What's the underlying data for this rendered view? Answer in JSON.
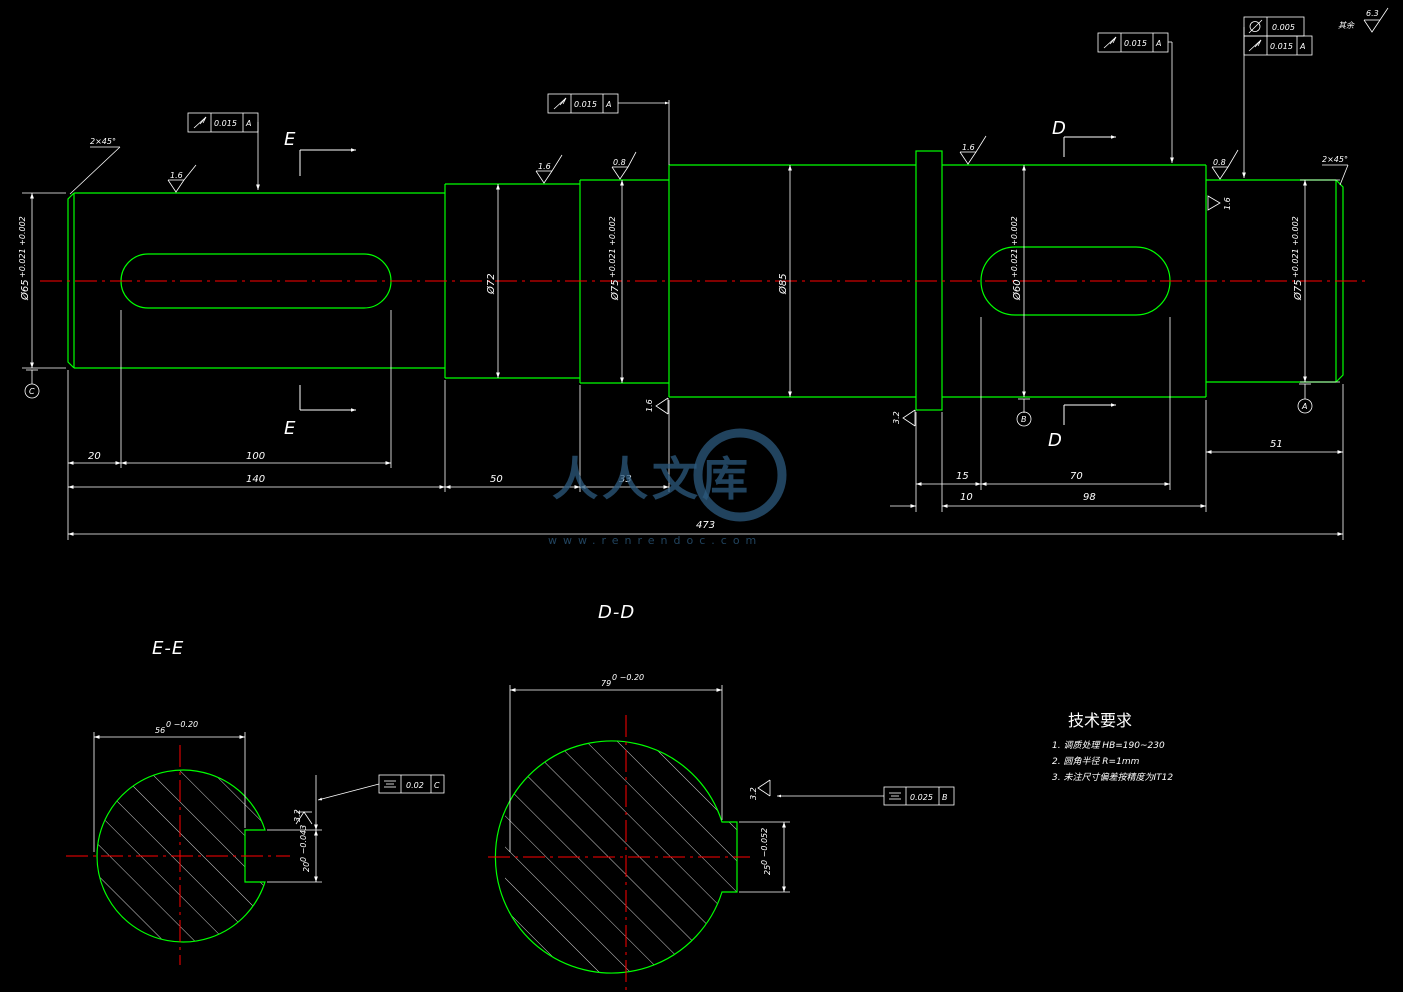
{
  "colors": {
    "background": "#000000",
    "outline": "#00ff00",
    "dimension": "#ffffff",
    "centerline": "#ff0000",
    "watermark": "#2c5a7e"
  },
  "chamfers": {
    "left": "2×45°",
    "right": "2×45°"
  },
  "diameters": {
    "d65": "Ø65",
    "d65_dev": "+0.021 +0.002",
    "d72": "Ø72",
    "d75": "Ø75",
    "d75_dev": "+0.021 +0.002",
    "d85": "Ø85",
    "d60": "Ø60",
    "d60_dev": "+0.021 +0.002",
    "d75b": "Ø75",
    "d75b_dev": "+0.021 +0.002"
  },
  "lengths": {
    "l20": "20",
    "l100": "100",
    "l140": "140",
    "l50": "50",
    "l33": "33",
    "l15": "15",
    "l70": "70",
    "l10": "10",
    "l98": "98",
    "l51": "51",
    "total": "473"
  },
  "roughness": {
    "r1": "1.6",
    "r2": "1.6",
    "r3": "0.8",
    "r4": "1.6",
    "r5": "3.2",
    "r6": "1.6",
    "r7": "0.8",
    "r8": "1.6",
    "r9": "3.2",
    "r10": "3.2",
    "general": "6.3",
    "general_note": "其余"
  },
  "tolerances": {
    "t1": {
      "value": "0.015",
      "datum": "A"
    },
    "t2": {
      "value": "0.015",
      "datum": "A"
    },
    "t3": {
      "value": "0.015",
      "datum": "A"
    },
    "t4": {
      "value": "0.005",
      "datum": ""
    },
    "t5": {
      "value": "0.015",
      "datum": "A"
    },
    "t6": {
      "value": "0.02",
      "datum": "C"
    },
    "t7": {
      "value": "0.025",
      "datum": "B"
    }
  },
  "datums": {
    "a": "A",
    "b": "B",
    "c": "C"
  },
  "sections": {
    "e_letter": "E",
    "d_letter": "D",
    "ee_title": "E-E",
    "dd_title": "D-D",
    "ee_width": "56",
    "ee_width_dev": "0 −0.20",
    "ee_key": "20",
    "ee_key_dev": "0 −0.043",
    "dd_width": "79",
    "dd_width_dev": "0 −0.20",
    "dd_key": "25",
    "dd_key_dev": "0 −0.052"
  },
  "requirements": {
    "title": "技术要求",
    "items": [
      "1.  调质处理  HB=190~230",
      "2.  圆角半径  R=1mm",
      "3.  未注尺寸偏差按精度为IT12"
    ]
  },
  "watermark": {
    "main": "人人文库",
    "sub": "www.renrendoc.com"
  }
}
